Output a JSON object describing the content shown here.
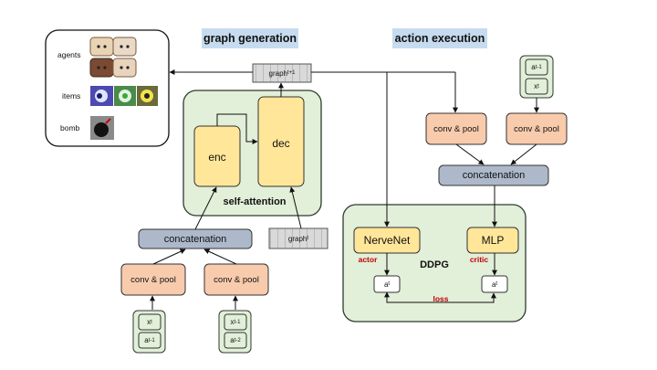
{
  "titles": {
    "graph_generation": "graph generation",
    "action_execution": "action execution"
  },
  "legend": {
    "agents": "agents",
    "items": "items",
    "bomb": "bomb"
  },
  "encoder": {
    "enc": "enc",
    "dec": "dec",
    "self_attention": "self-attention"
  },
  "graph_generation": {
    "concatenation": "concatenation",
    "conv_pool_left": "conv & pool",
    "conv_pool_right": "conv & pool",
    "graph_next": "graph",
    "graph_next_sub": "t+1",
    "graph_current": "graph",
    "graph_current_sub": "t",
    "input_left": {
      "top": "x",
      "top_sub": "t",
      "bottom": "a",
      "bottom_sub": "t-1"
    },
    "input_right": {
      "top": "x",
      "top_sub": "t-1",
      "bottom": "a",
      "bottom_sub": "t-2"
    }
  },
  "action_execution": {
    "conv_pool_left": "conv & pool",
    "conv_pool_right": "conv & pool",
    "concatenation": "concatenation",
    "input": {
      "top": "a",
      "top_sub": "t-1",
      "bottom": "x",
      "bottom_sub": "t"
    },
    "ddpg": "DDPG",
    "nervenet": "NerveNet",
    "mlp": "MLP",
    "actor": "actor",
    "critic": "critic",
    "loss": "loss",
    "action_left": "a",
    "action_left_sub": "t",
    "action_right": "a",
    "action_right_sub": "t"
  },
  "colors": {
    "green_panel": "#e2efd9",
    "green_border": "#2e3b2e",
    "yellow_box": "#ffe699",
    "orange_box": "#f8cbad",
    "gray_blue_box": "#adb9ca",
    "title_bg": "#c6dbef",
    "graph_gray": "#d9d9d9",
    "loss_red": "#c00000"
  }
}
